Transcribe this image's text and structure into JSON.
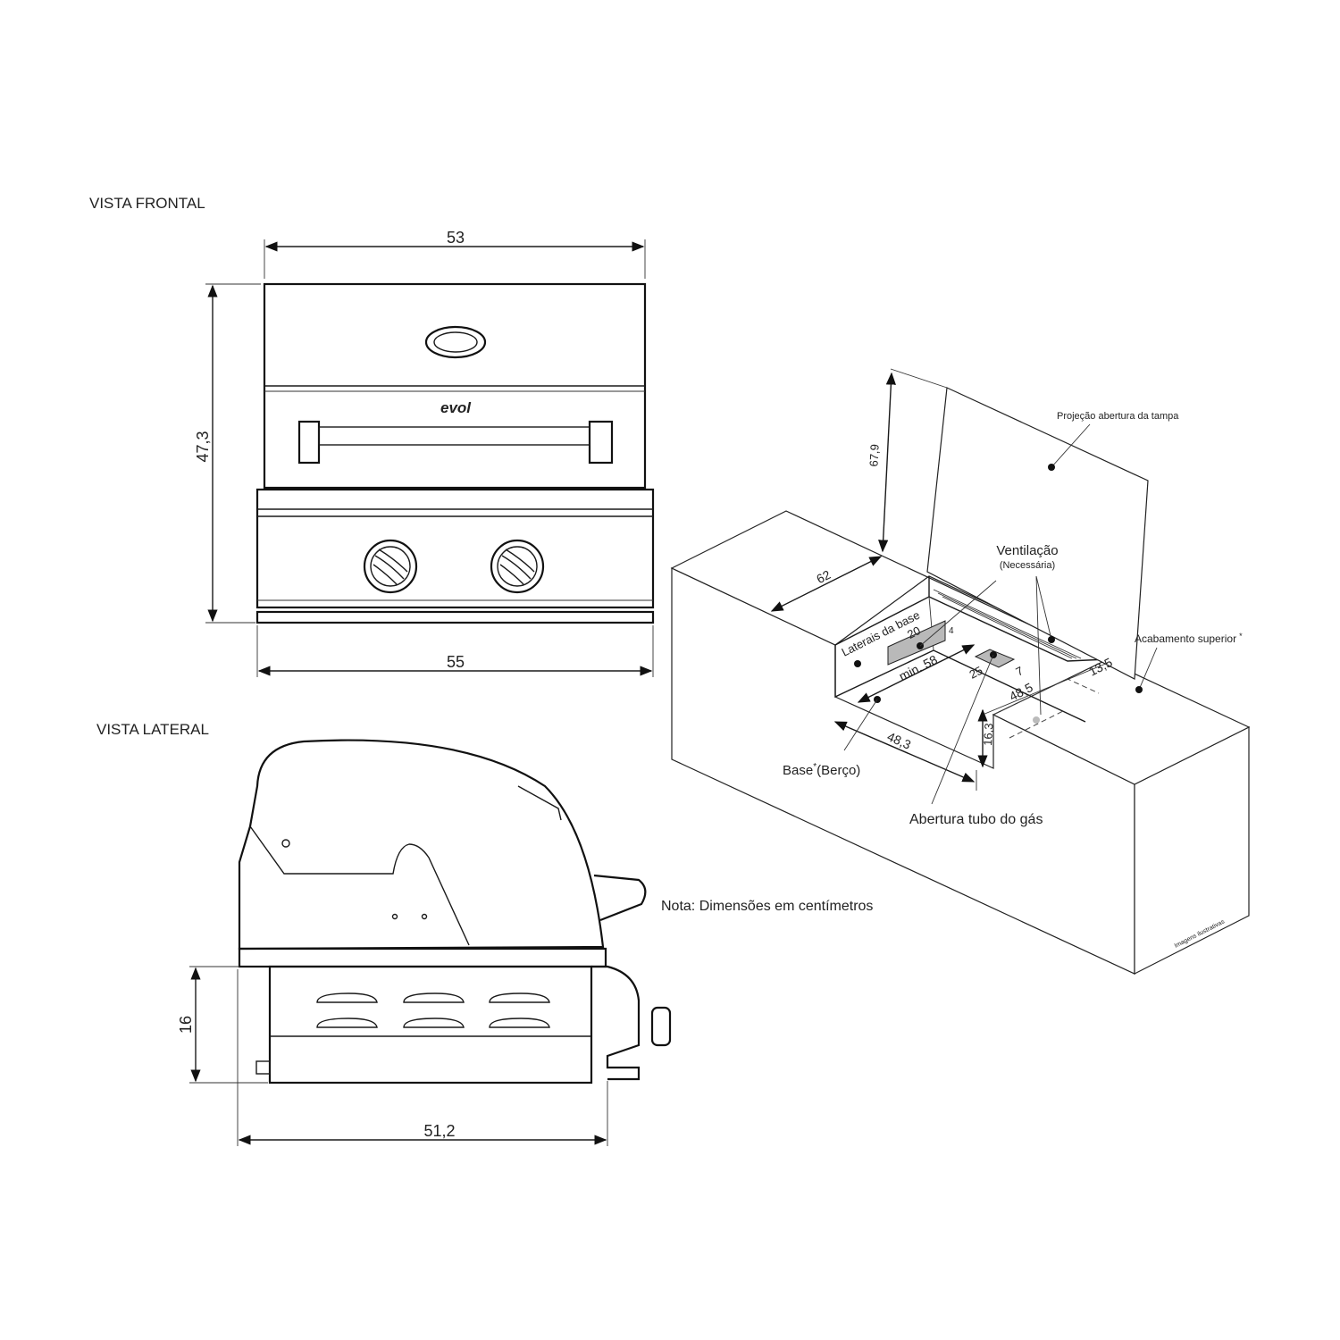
{
  "front_view": {
    "title": "VISTA FRONTAL",
    "logo": "evol",
    "dim_width_top": "53",
    "dim_height": "47,3",
    "dim_width_bottom": "55"
  },
  "side_view": {
    "title": "VISTA LATERAL",
    "dim_height": "16",
    "dim_depth": "51,2"
  },
  "note": "Nota: Dimensões em centímetros",
  "installation": {
    "lid_label": "Projeção abertura da tampa",
    "lid_height": "67,9",
    "depth": "62",
    "ventilation": "Ventilação",
    "ventilation_sub": "(Necessária)",
    "base_sides": "Laterais da base",
    "dim_20": "20",
    "dim_4": "4",
    "dim_min58": "min. 58",
    "dim_25": "25",
    "dim_7": "7",
    "dim_48_5": "48,5",
    "dim_13_5": "13,5",
    "dim_16_3": "16,3",
    "dim_48_3": "48,3",
    "top_finish": "Acabamento superior",
    "top_finish_mark": "*",
    "base": "Base",
    "base_mark": "*",
    "base_sub": "(Berço)",
    "gas_opening": "Abertura tubo do gás",
    "disclaimer": "Imagens ilustrativas"
  }
}
